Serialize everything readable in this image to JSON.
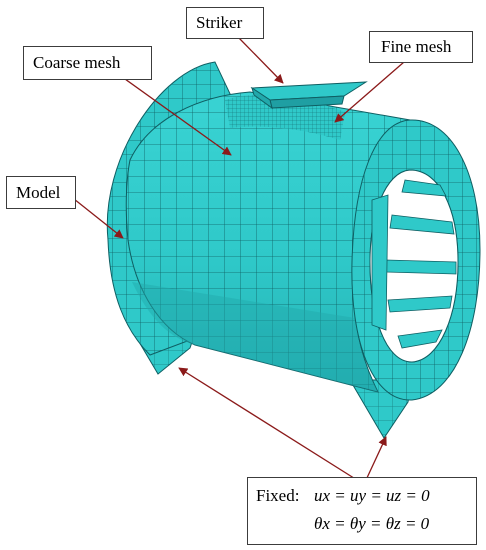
{
  "labels": {
    "striker": "Striker",
    "coarse_mesh": "Coarse mesh",
    "fine_mesh": "Fine mesh",
    "model": "Model"
  },
  "boundary_condition": {
    "heading": "Fixed:",
    "translations": "ux = uy = uz = 0",
    "rotations": "θx = θy = θz = 0"
  },
  "colors": {
    "mesh_fill": "#2fc9c9",
    "mesh_fill_dark": "#1f9fa3",
    "mesh_lines": "#0f5f63",
    "arrow": "#8b1a1a",
    "label_border": "#3c3c3c"
  }
}
